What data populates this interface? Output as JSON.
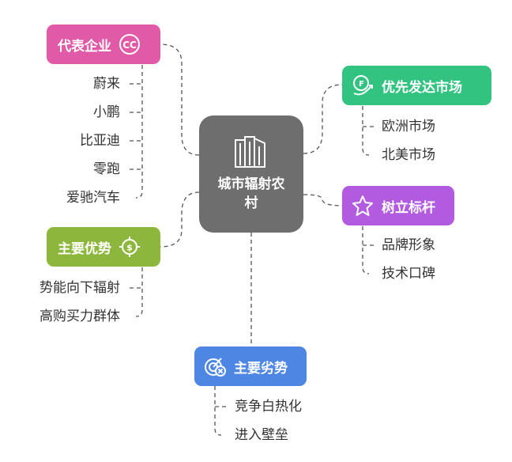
{
  "center": {
    "title": "城市辐射农村",
    "icon": "building-icon",
    "color": "#6e6e6e"
  },
  "branches": {
    "enterprises": {
      "label": "代表企业",
      "icon": "cc-icon",
      "color": "#e05aa8",
      "items": [
        "蔚来",
        "小鹏",
        "比亚迪",
        "零跑",
        "爱驰汽车"
      ]
    },
    "advantages": {
      "label": "主要优势",
      "icon": "money-target-icon",
      "color": "#8db73c",
      "items": [
        "势能向下辐射",
        "高购买力群体"
      ]
    },
    "disadvantages": {
      "label": "主要劣势",
      "icon": "target-cross-icon",
      "color": "#4e86e4",
      "items": [
        "竞争白热化",
        "进入壁垒"
      ]
    },
    "markets": {
      "label": "优先发达市场",
      "icon": "coin-growth-icon",
      "color": "#33c381",
      "items": [
        "欧洲市场",
        "北美市场"
      ]
    },
    "benchmark": {
      "label": "树立标杆",
      "icon": "star-icon",
      "color": "#b25ae0",
      "items": [
        "品牌形象",
        "技术口碑"
      ]
    }
  }
}
